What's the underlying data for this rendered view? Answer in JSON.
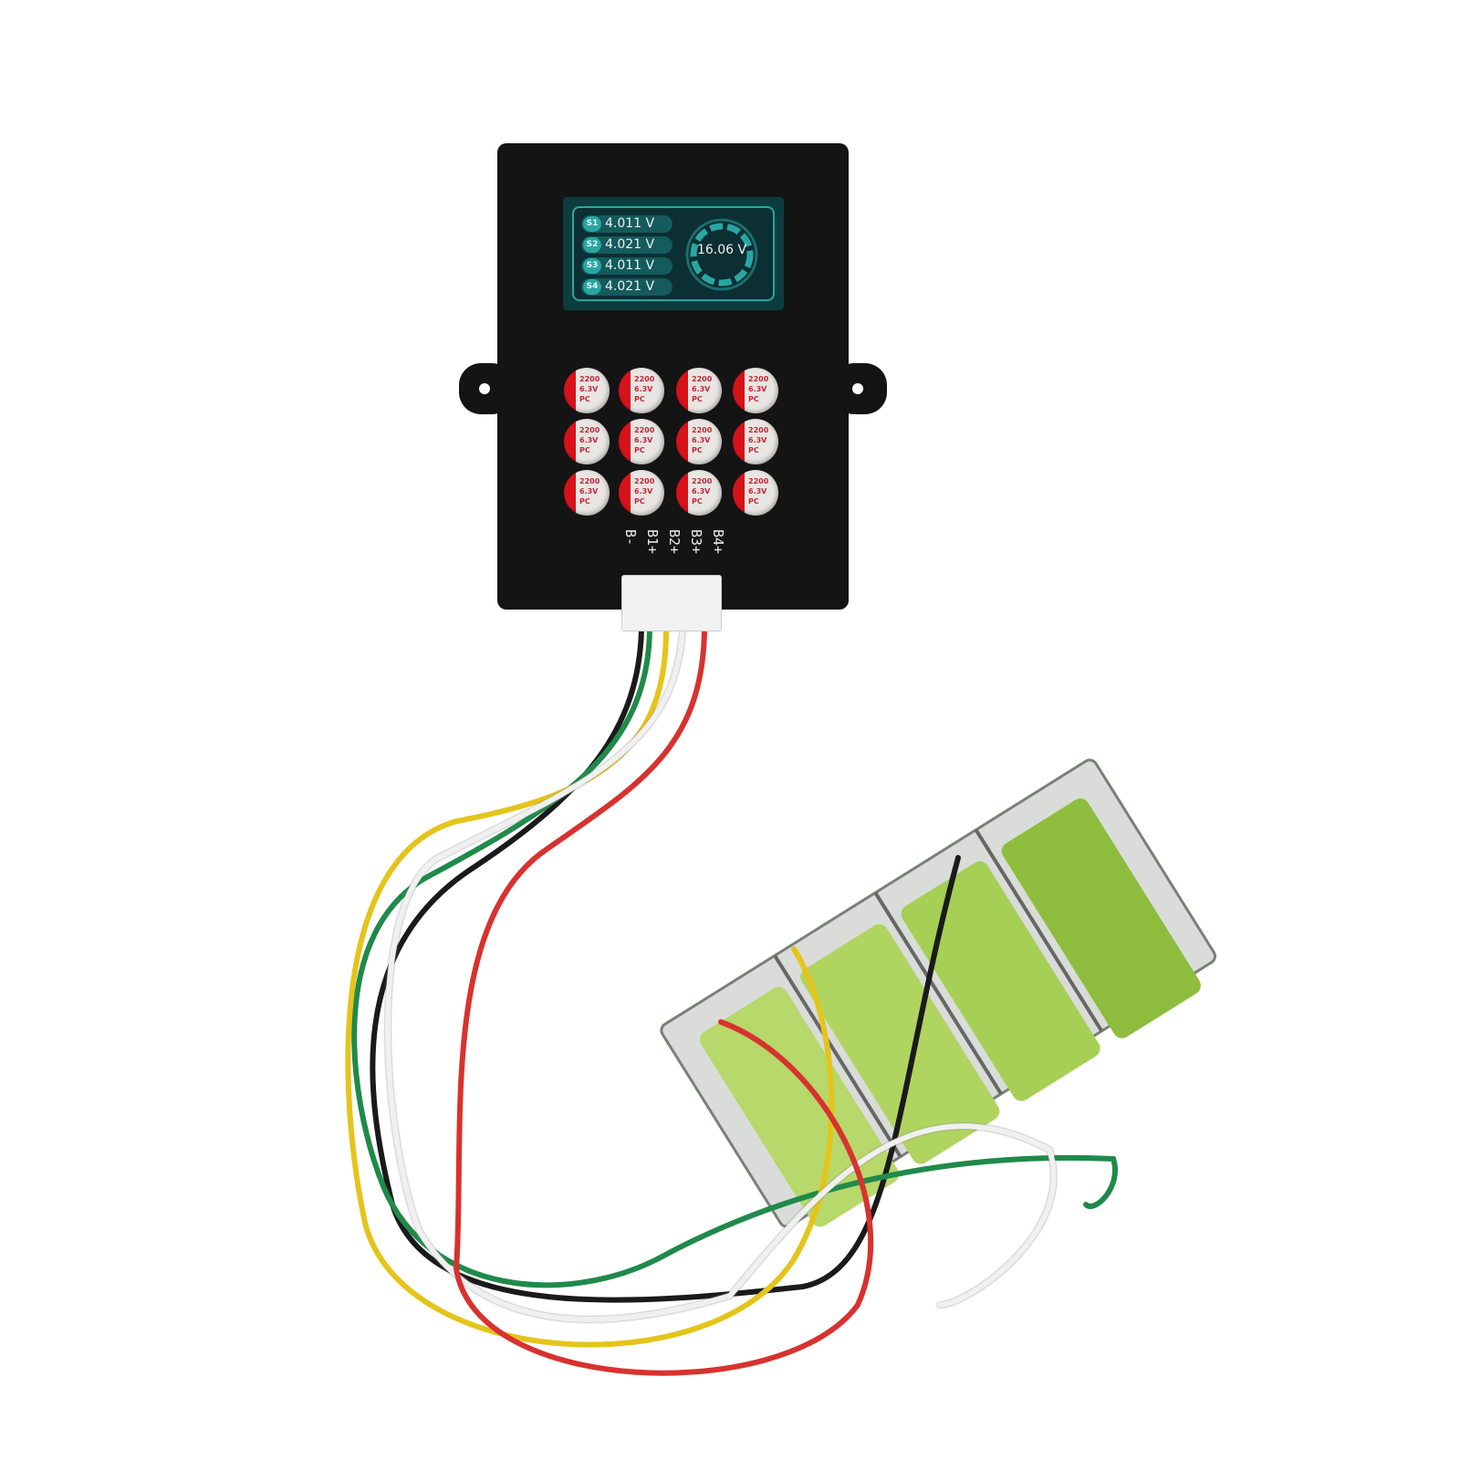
{
  "display": {
    "cells": [
      {
        "tag": "S1",
        "voltage": "4.011 V"
      },
      {
        "tag": "S2",
        "voltage": "4.021 V"
      },
      {
        "tag": "S3",
        "voltage": "4.011 V"
      },
      {
        "tag": "S4",
        "voltage": "4.021 V"
      }
    ],
    "total_voltage": "16.06 V"
  },
  "capacitor": {
    "line1": "2200",
    "line2": "6.3V",
    "line3": "PC"
  },
  "pins": [
    "B-",
    "B1+",
    "B2+",
    "B3+",
    "B4+"
  ],
  "colors": {
    "enclosure": "#141414",
    "screen_accent": "#2aa6a2",
    "cell_green": "#8ebd3e"
  }
}
